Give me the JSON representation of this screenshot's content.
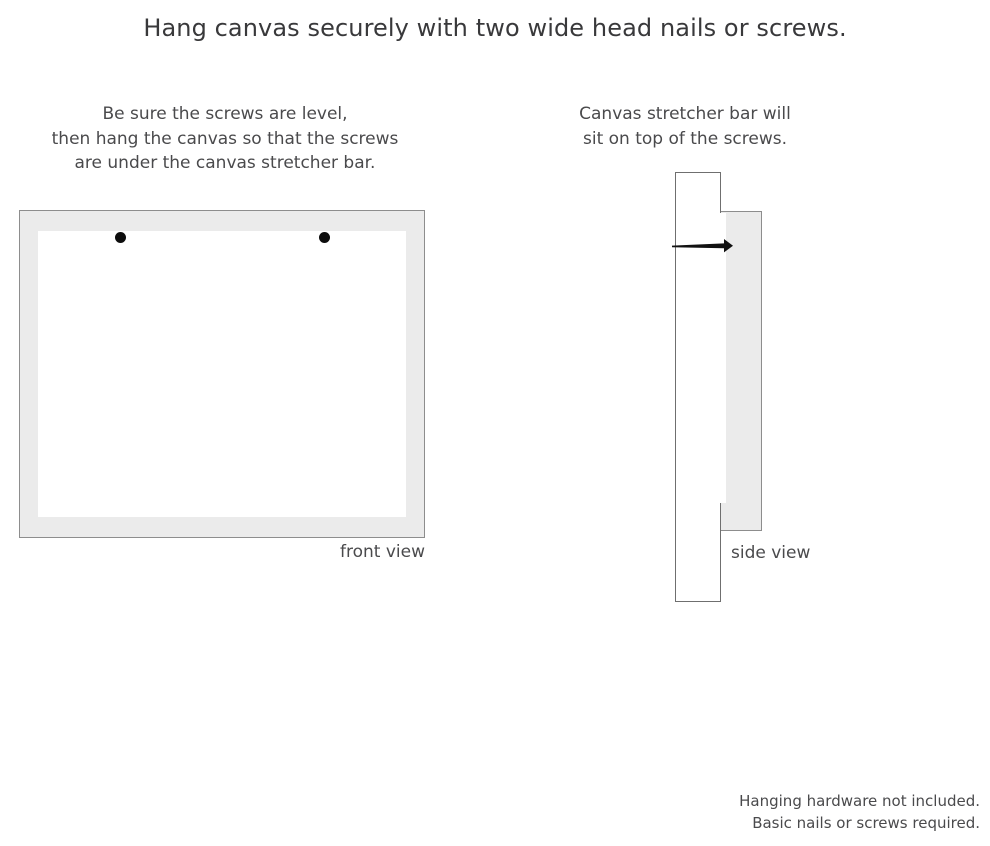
{
  "title": "Hang canvas securely with two wide head nails or screws.",
  "captions": {
    "left": {
      "line1": "Be sure the screws are level,",
      "line2": "then hang the canvas so that the screws",
      "line3": "are under the canvas stretcher bar."
    },
    "right": {
      "line1": "Canvas stretcher bar will",
      "line2": "sit on top of the screws."
    }
  },
  "diagrams": {
    "front": {
      "label": "front view",
      "frame_color": "#ebebeb",
      "frame_border_color": "#8d8d8d",
      "inner_color": "#ffffff",
      "screw_color": "#0d0d0d",
      "screw_count": 2
    },
    "side": {
      "label": "side view",
      "wall_color": "#ffffff",
      "wall_border_color": "#6f6f6f",
      "canvas_color": "#ebebeb",
      "canvas_border_color": "#8d8d8d",
      "nail_color": "#111111"
    }
  },
  "footer": {
    "line1": "Hanging hardware not included.",
    "line2": "Basic nails or screws required."
  }
}
